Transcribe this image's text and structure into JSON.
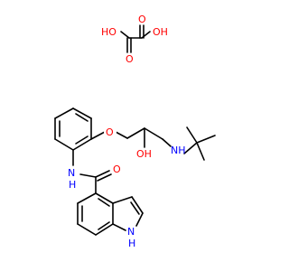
{
  "molecule": {
    "atom_labels": {
      "oxalic_oh_left": "HO",
      "oxalic_oh_right": "OH",
      "oxalic_o_top": "O",
      "oxalic_o_bottom": "O",
      "ether_o": "O",
      "amine_nh": "NH",
      "hydroxyl": "OH",
      "amide_nh": "N\nH",
      "amide_o": "O",
      "indole_nh": "N\nH"
    }
  },
  "colors": {
    "bond": "#000000",
    "oxygen": "#ff0000",
    "nitrogen": "#0000ff",
    "background": "#ffffff"
  }
}
